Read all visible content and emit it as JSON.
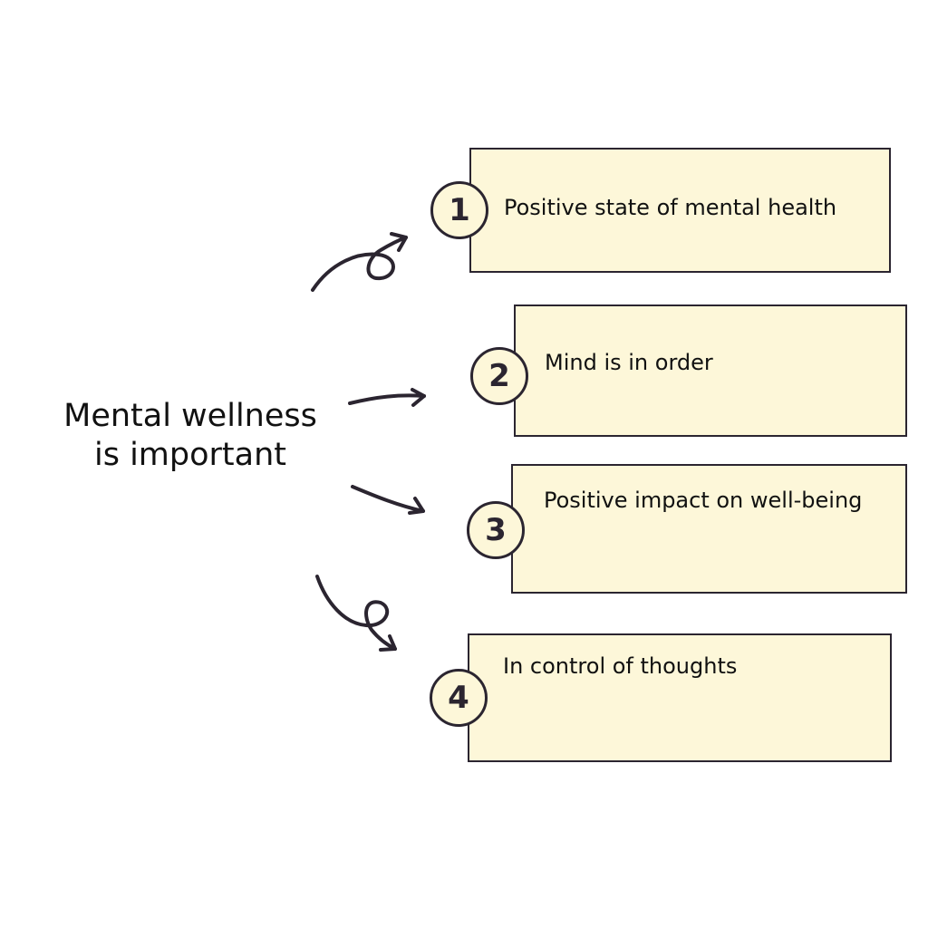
{
  "title": "Mental wellness\nis important",
  "title_lines": [
    "Mental wellness",
    "is important"
  ],
  "items": [
    {
      "number": "1",
      "label": "Positive state of mental health"
    },
    {
      "number": "2",
      "label": "Mind is in order"
    },
    {
      "number": "3",
      "label": "Positive impact on well-being"
    },
    {
      "number": "4",
      "label": "In control of thoughts"
    }
  ],
  "colors": {
    "card_fill": "#fdf7d9",
    "stroke": "#2b2530",
    "text": "#111111"
  }
}
